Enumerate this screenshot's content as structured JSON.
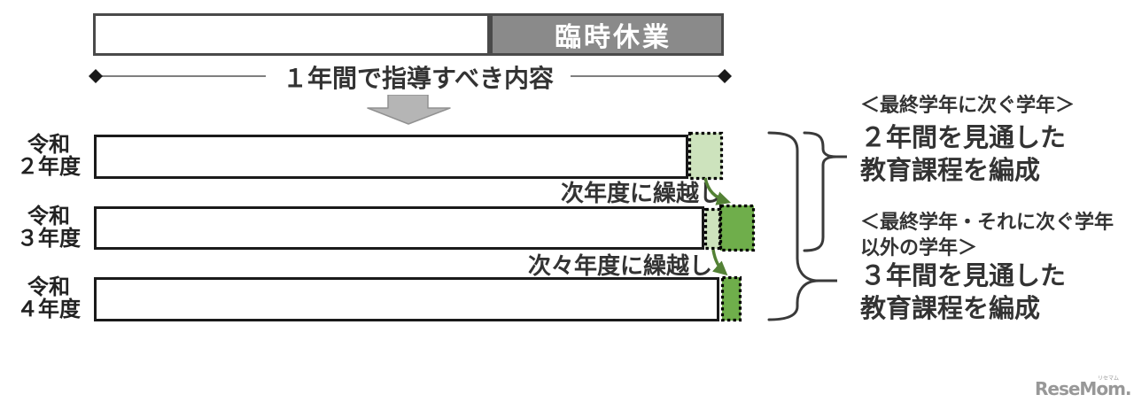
{
  "top_bar": {
    "closure_label": "臨時休業",
    "span_label": "１年間で指導すべき内容"
  },
  "rows": [
    {
      "era": "令和",
      "year": "２年度"
    },
    {
      "era": "令和",
      "year": "３年度"
    },
    {
      "era": "令和",
      "year": "４年度"
    }
  ],
  "carryover": {
    "next_year": "次年度に繰越し",
    "two_years": "次々年度に繰越し"
  },
  "annotations": {
    "first": {
      "heading": "＜最終学年に次ぐ学年＞",
      "body_line1": "２年間を見通した",
      "body_line2": "教育課程を編成"
    },
    "second": {
      "heading_line1": "＜最終学年・それに次ぐ学年",
      "heading_line2": "以外の学年＞",
      "body_line1": "３年間を見通した",
      "body_line2": "教育課程を編成"
    }
  },
  "logo": {
    "text": "ReseMom.",
    "ruby": "リセマム"
  },
  "colors": {
    "light_green": "#cde3bd",
    "dark_green": "#6fae4b",
    "arrow_green": "#538135",
    "gray_fill": "#8a8a8a"
  }
}
